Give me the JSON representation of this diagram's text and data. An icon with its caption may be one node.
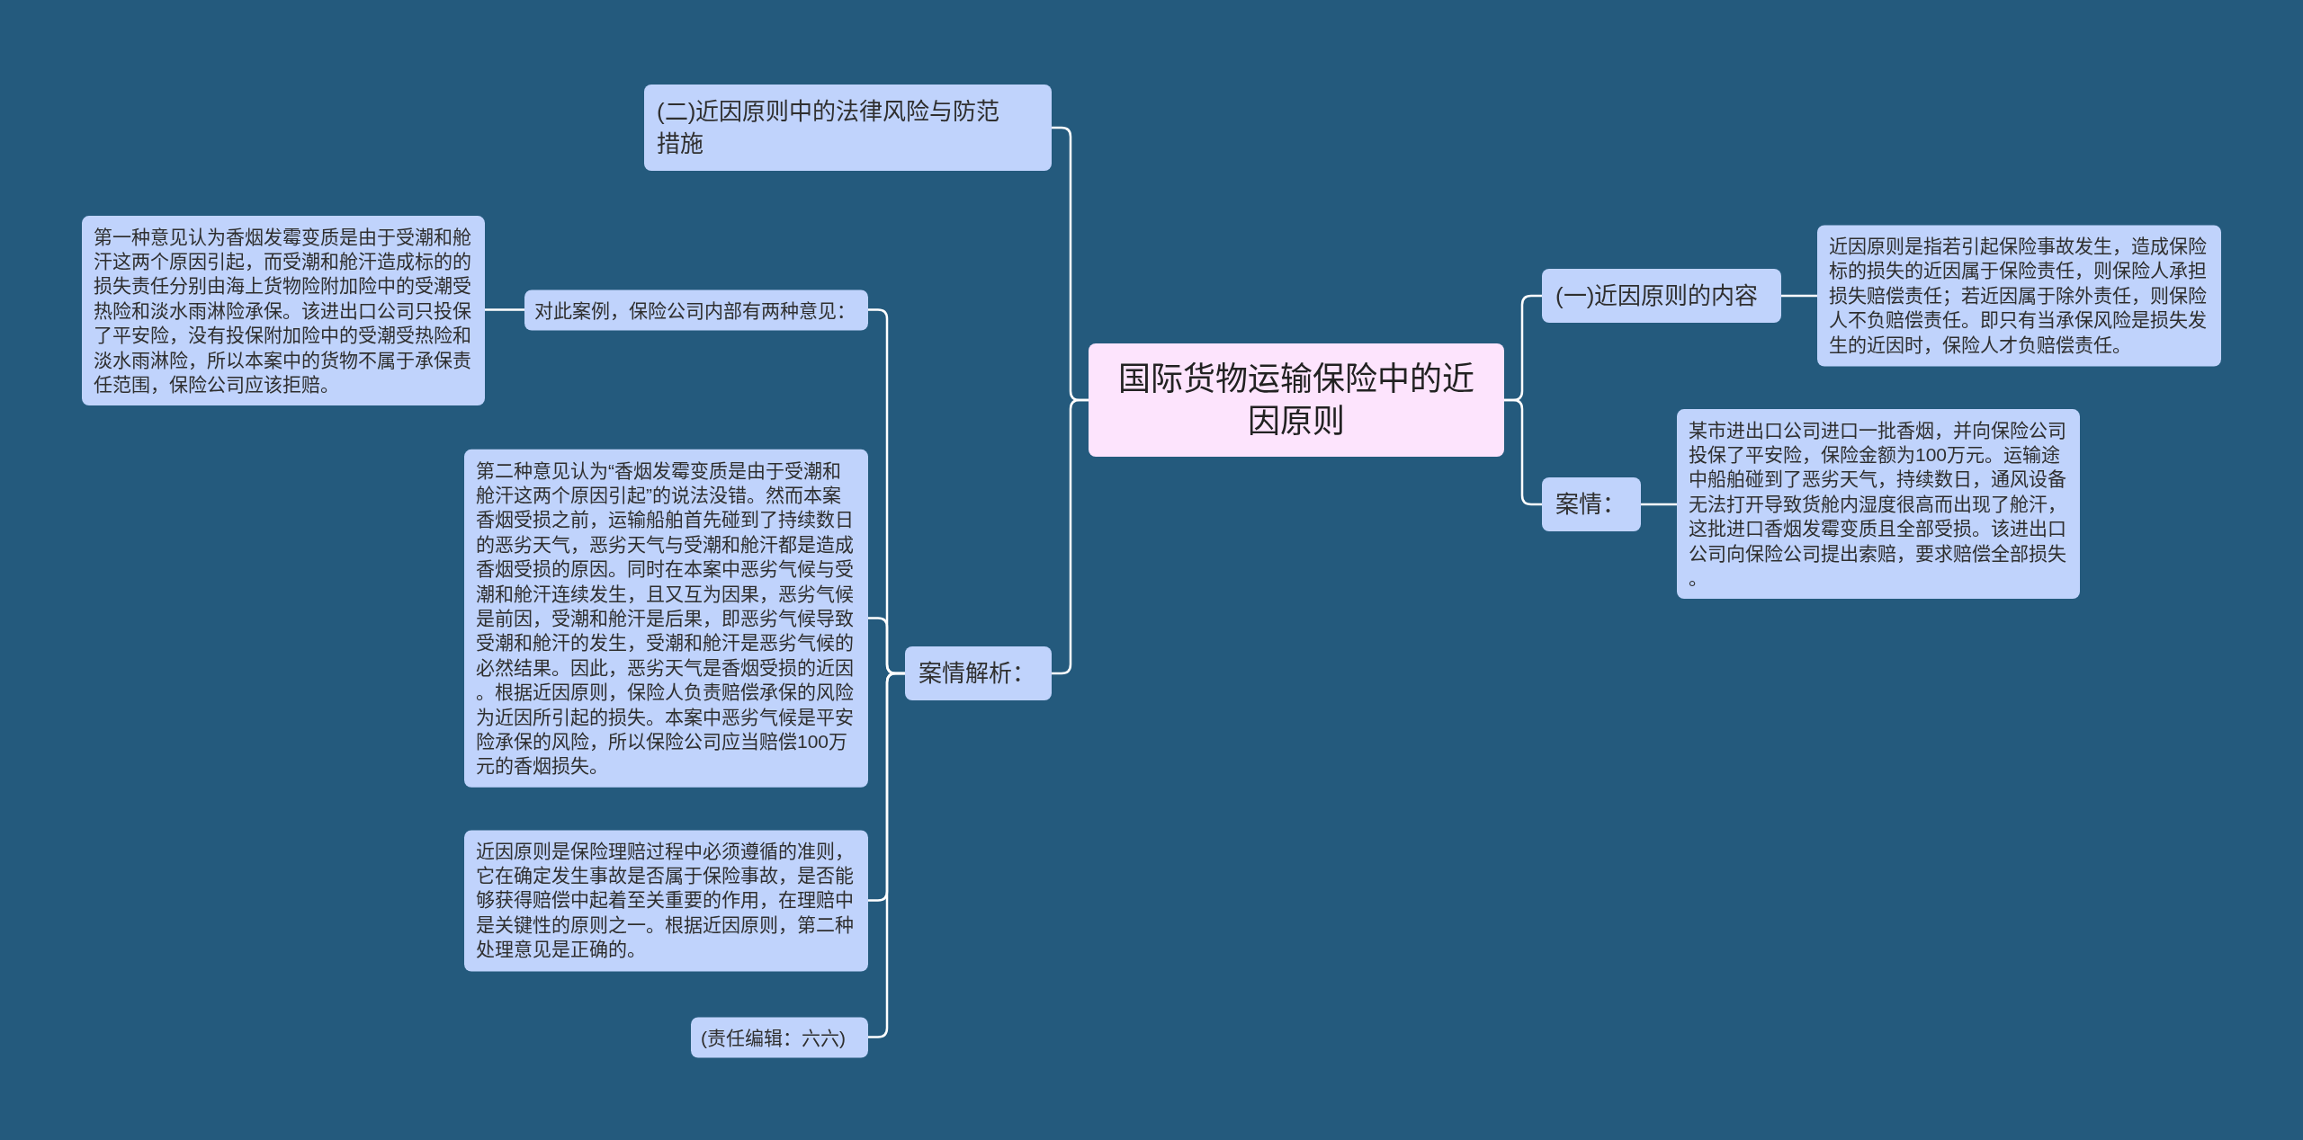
{
  "diagram": {
    "nodes": [
      {
        "text": [
          "国际货物运输保险中的近因原则"
        ]
      },
      {
        "text": [
          "(二)近因原则中的法律风险与防范措施"
        ]
      },
      {
        "text": [
          "案情解析："
        ]
      },
      {
        "text": [
          "对此案例，保险公司内部有两种意见："
        ]
      },
      {
        "text": [
          "第一种意见认为香烟发霉变质是由于受潮和舱汗这两个原因引起，而受潮和舱汗造成标的的损失责任分别由海上货物险附加险中的受潮受热险和淡水雨淋险承保。该进出口公司只投保了平安险，没有投保附加险中的受潮受热险和淡水雨淋险，所以本案中的货物不属于承保责任范围，保险公司应该拒赔。"
        ]
      },
      {
        "text": [
          "第二种意见认为“香烟发霉变质是由于受潮和舱汗这两个原因引起”的说法没错。然而本案香烟受损之前，运输船舶首先碰到了持续数日的恶劣天气，恶劣天气与受潮和舱汗都是造成香烟受损的原因。同时在本案中恶劣气候与受潮和舱汗连续发生，且又互为因果，恶劣气候是前因，受潮和舱汗是后果，即恶劣气候导致受潮和舱汗的发生，受潮和舱汗是恶劣气候的必然结果。因此，恶劣天气是香烟受损的近因。根据近因原则，保险人负责赔偿承保的风险为近因所引起的损失。本案中恶劣气候是平安险承保的风险，所以保险公司应当赔偿100万元的香烟损失。"
        ]
      },
      {
        "text": [
          "近因原则是保险理赔过程中必须遵循的准则，它在确定发生事故是否属于保险事故，是否能够获得赔偿中起着至关重要的作用，在理赔中是关键性的原则之一。根据近因原则，第二种处理意见是正确的。"
        ]
      },
      {
        "text": [
          "(责任编辑：六六)"
        ]
      },
      {
        "text": [
          "(一)近因原则的内容"
        ]
      },
      {
        "text": [
          "近因原则是指若引起保险事故发生，造成保险标的损失的近因属于保险责任，则保险人承担损失赔偿责任；若近因属于除外责任，则保险人不负赔偿责任。即只有当承保风险是损失发生的近因时，保险人才负赔偿责任。"
        ]
      },
      {
        "text": [
          "案情："
        ]
      },
      {
        "text": [
          "某市进出口公司进口一批香烟，并向保险公司投保了平安险，保险金额为100万元。运输途中船舶碰到了恶劣天气，持续数日，通风设备无法打开导致货舱内湿度很高而出现了舱汗，这批进口香烟发霉变质且全部受损。该进出口公司向保险公司提出索赔，要求赔偿全部损失。"
        ]
      }
    ],
    "edges": [
      {
        "from": 0,
        "to": 1,
        "arrow": "none"
      },
      {
        "from": 0,
        "to": 2,
        "arrow": "none"
      },
      {
        "from": 2,
        "to": 3,
        "arrow": "none"
      },
      {
        "from": 3,
        "to": 4,
        "arrow": "none"
      },
      {
        "from": 2,
        "to": 5,
        "arrow": "none"
      },
      {
        "from": 2,
        "to": 6,
        "arrow": "none"
      },
      {
        "from": 2,
        "to": 7,
        "arrow": "none"
      },
      {
        "from": 0,
        "to": 8,
        "arrow": "none"
      },
      {
        "from": 8,
        "to": 9,
        "arrow": "none"
      },
      {
        "from": 0,
        "to": 10,
        "arrow": "none"
      },
      {
        "from": 10,
        "to": 11,
        "arrow": "none"
      }
    ]
  }
}
